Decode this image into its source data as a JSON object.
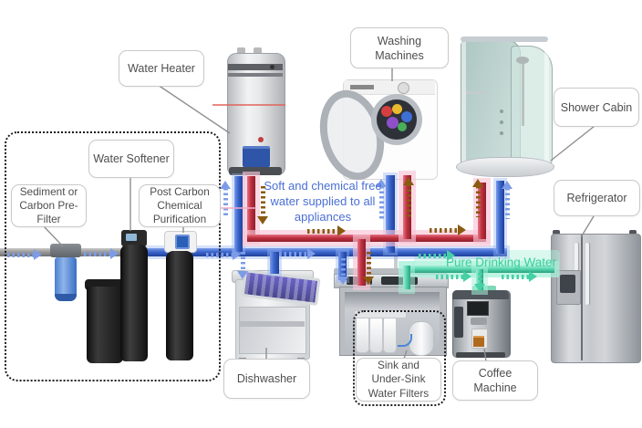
{
  "diagram": {
    "labels": {
      "water_heater": "Water Heater",
      "washing_machines": "Washing Machines",
      "shower_cabin": "Shower Cabin",
      "refrigerator": "Refrigerator",
      "water_softener": "Water Softener",
      "sediment_pre_filter": "Sediment or Carbon Pre-Filter",
      "post_carbon": "Post Carbon Chemical Purification",
      "dishwasher": "Dishwasher",
      "sink_filters": "Sink and Under-Sink Water Filters",
      "coffee_machine": "Coffee Machine"
    },
    "annotations": {
      "soft_water": "Soft and chemical free water supplied to all appliances",
      "pure_water": "Pure Drinking Water"
    },
    "colors": {
      "cold_water": "#3a66cc",
      "hot_water": "#c0303f",
      "drinking_water": "#56d8b0",
      "raw_water": "#9a9a9a",
      "cold_flow_arrow": "#7d9ce8",
      "hot_flow_arrow": "#8a5a10",
      "drinking_flow_arrow": "#45d0a5",
      "soft_text": "#4a6fd4",
      "pure_text": "#3bcf9c"
    }
  }
}
